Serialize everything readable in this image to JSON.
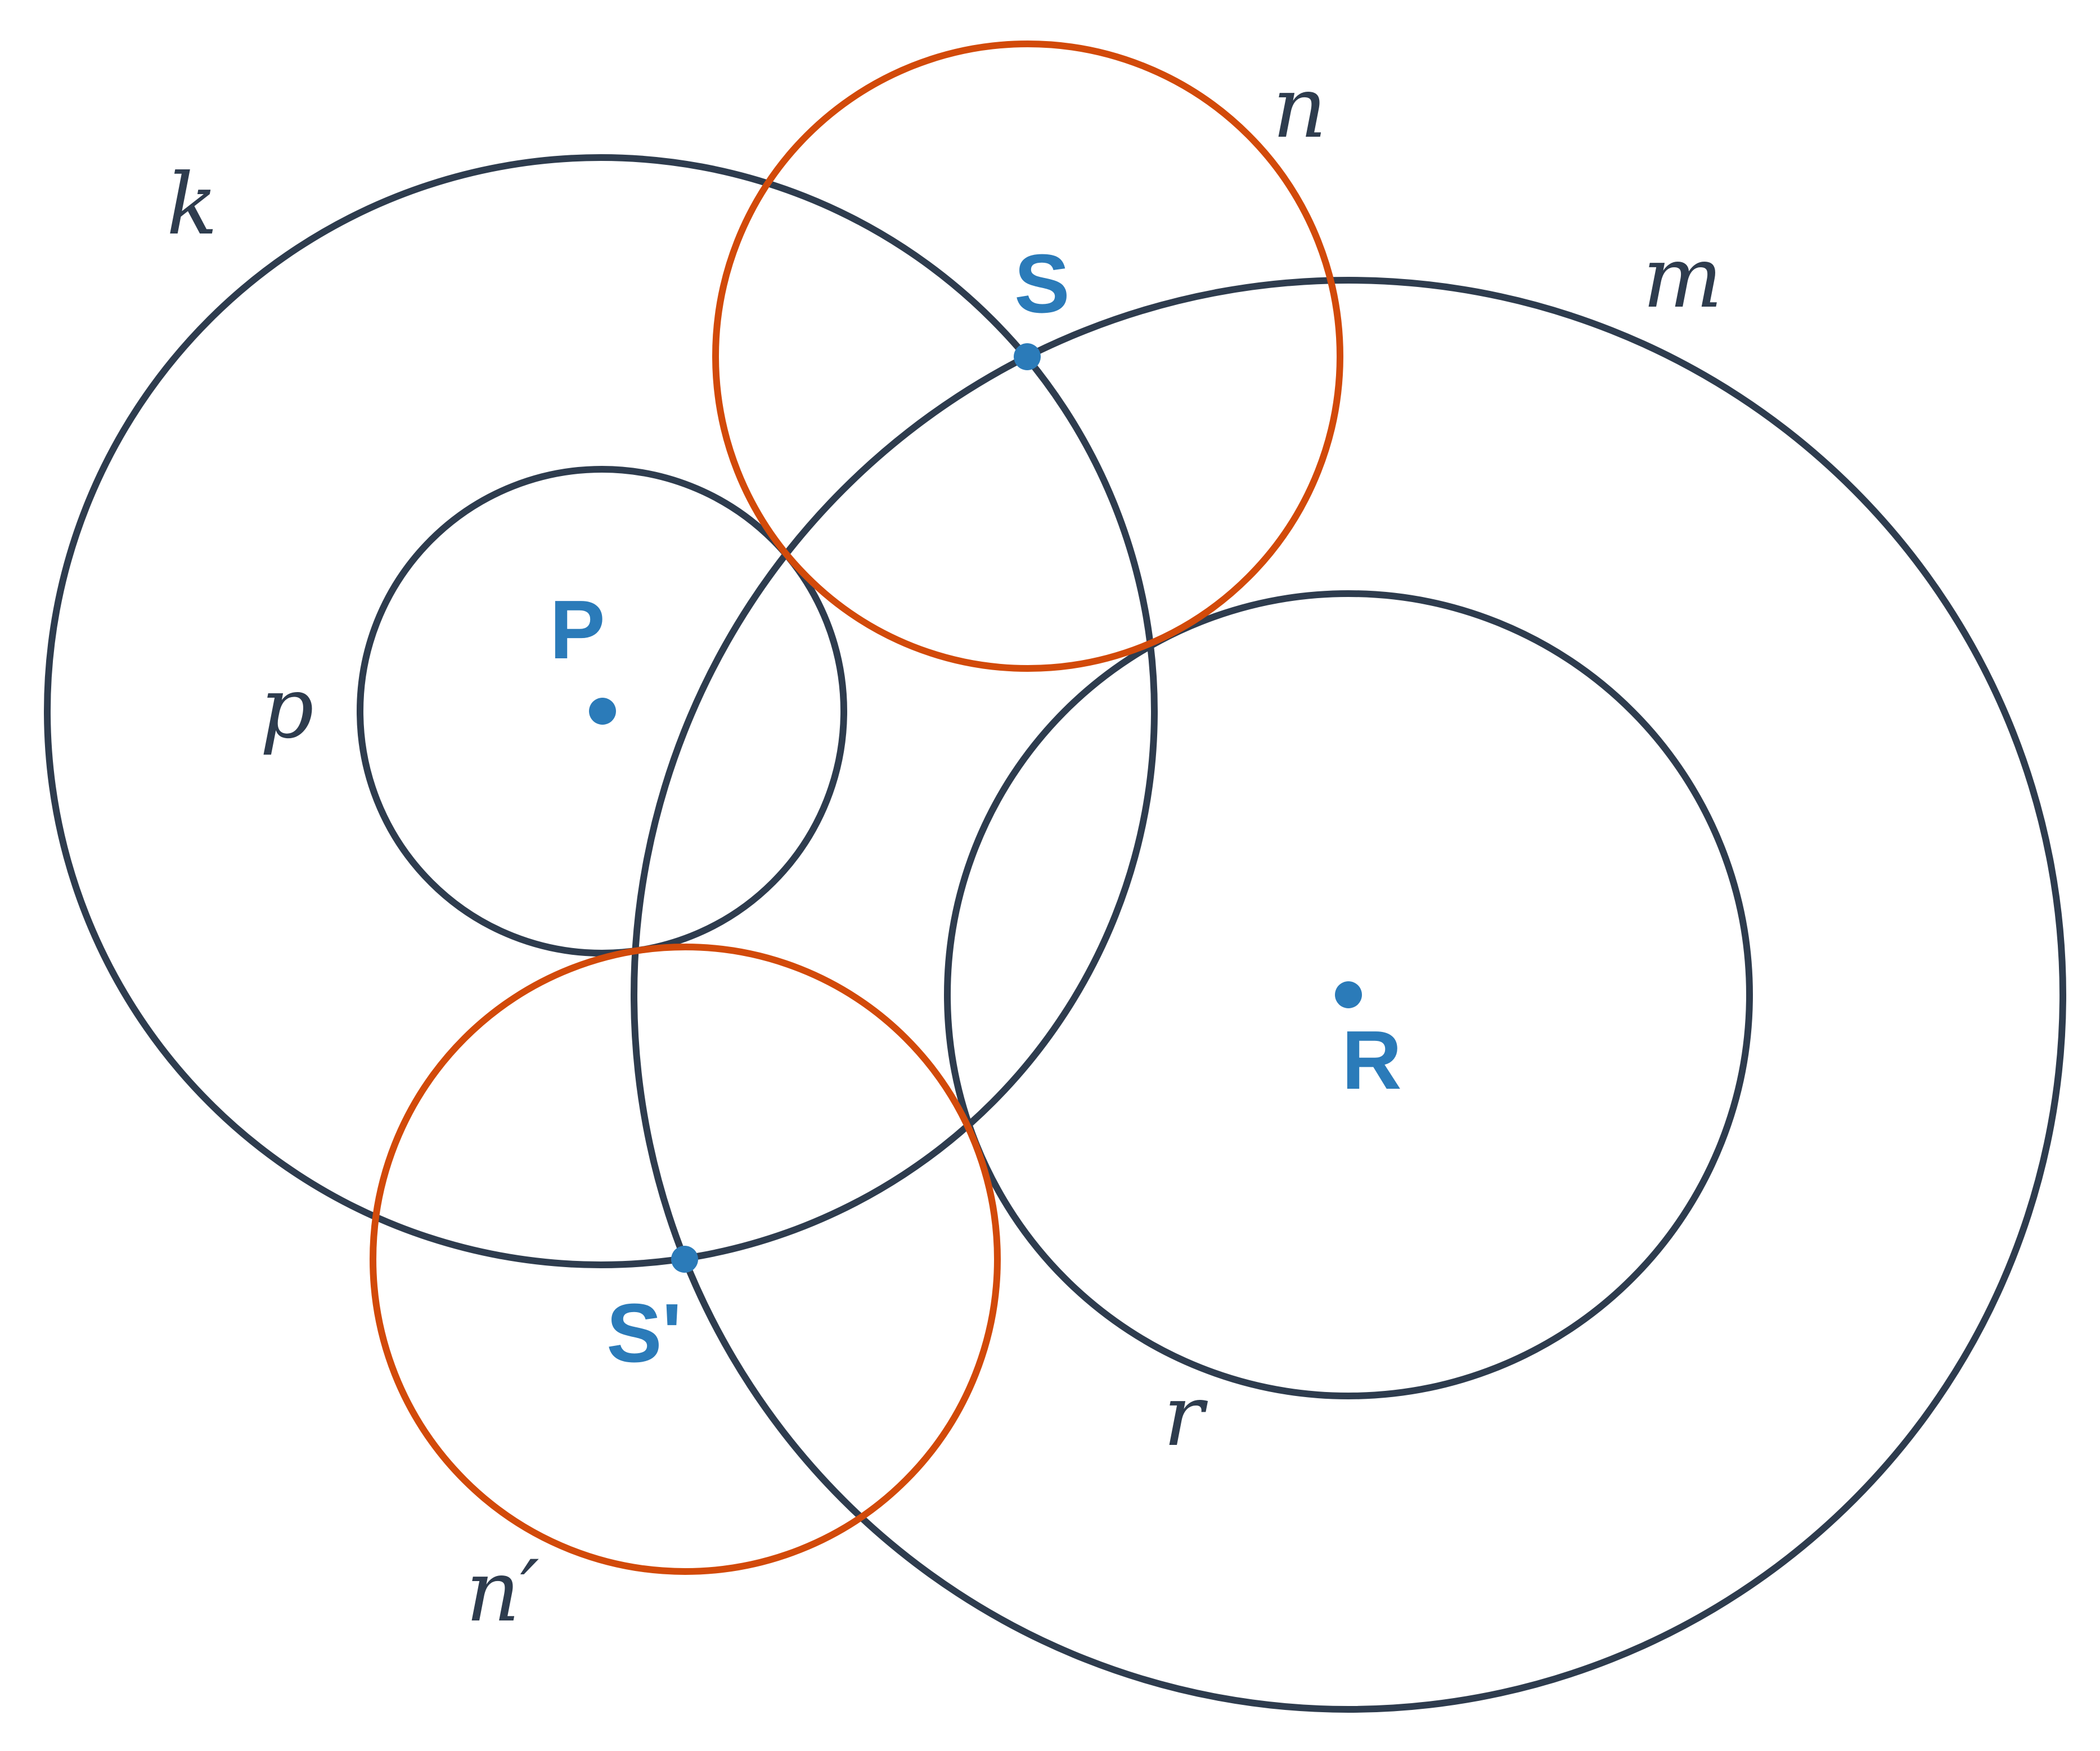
{
  "colors": {
    "circle_dark": "#2e3c4e",
    "circle_orange": "#d24a0a",
    "point": "#2b7bb9",
    "background": "#ffffff"
  },
  "circles": {
    "k": {
      "label": "k",
      "color": "dark"
    },
    "p": {
      "label": "p",
      "color": "dark"
    },
    "m": {
      "label": "m",
      "color": "dark"
    },
    "r": {
      "label": "r",
      "color": "dark"
    },
    "n": {
      "label": "n",
      "color": "orange"
    },
    "n_prime": {
      "label": "n′",
      "color": "orange"
    }
  },
  "points": {
    "P": {
      "label": "P"
    },
    "R": {
      "label": "R"
    },
    "S": {
      "label": "S"
    },
    "S_prime": {
      "label": "S'"
    }
  }
}
